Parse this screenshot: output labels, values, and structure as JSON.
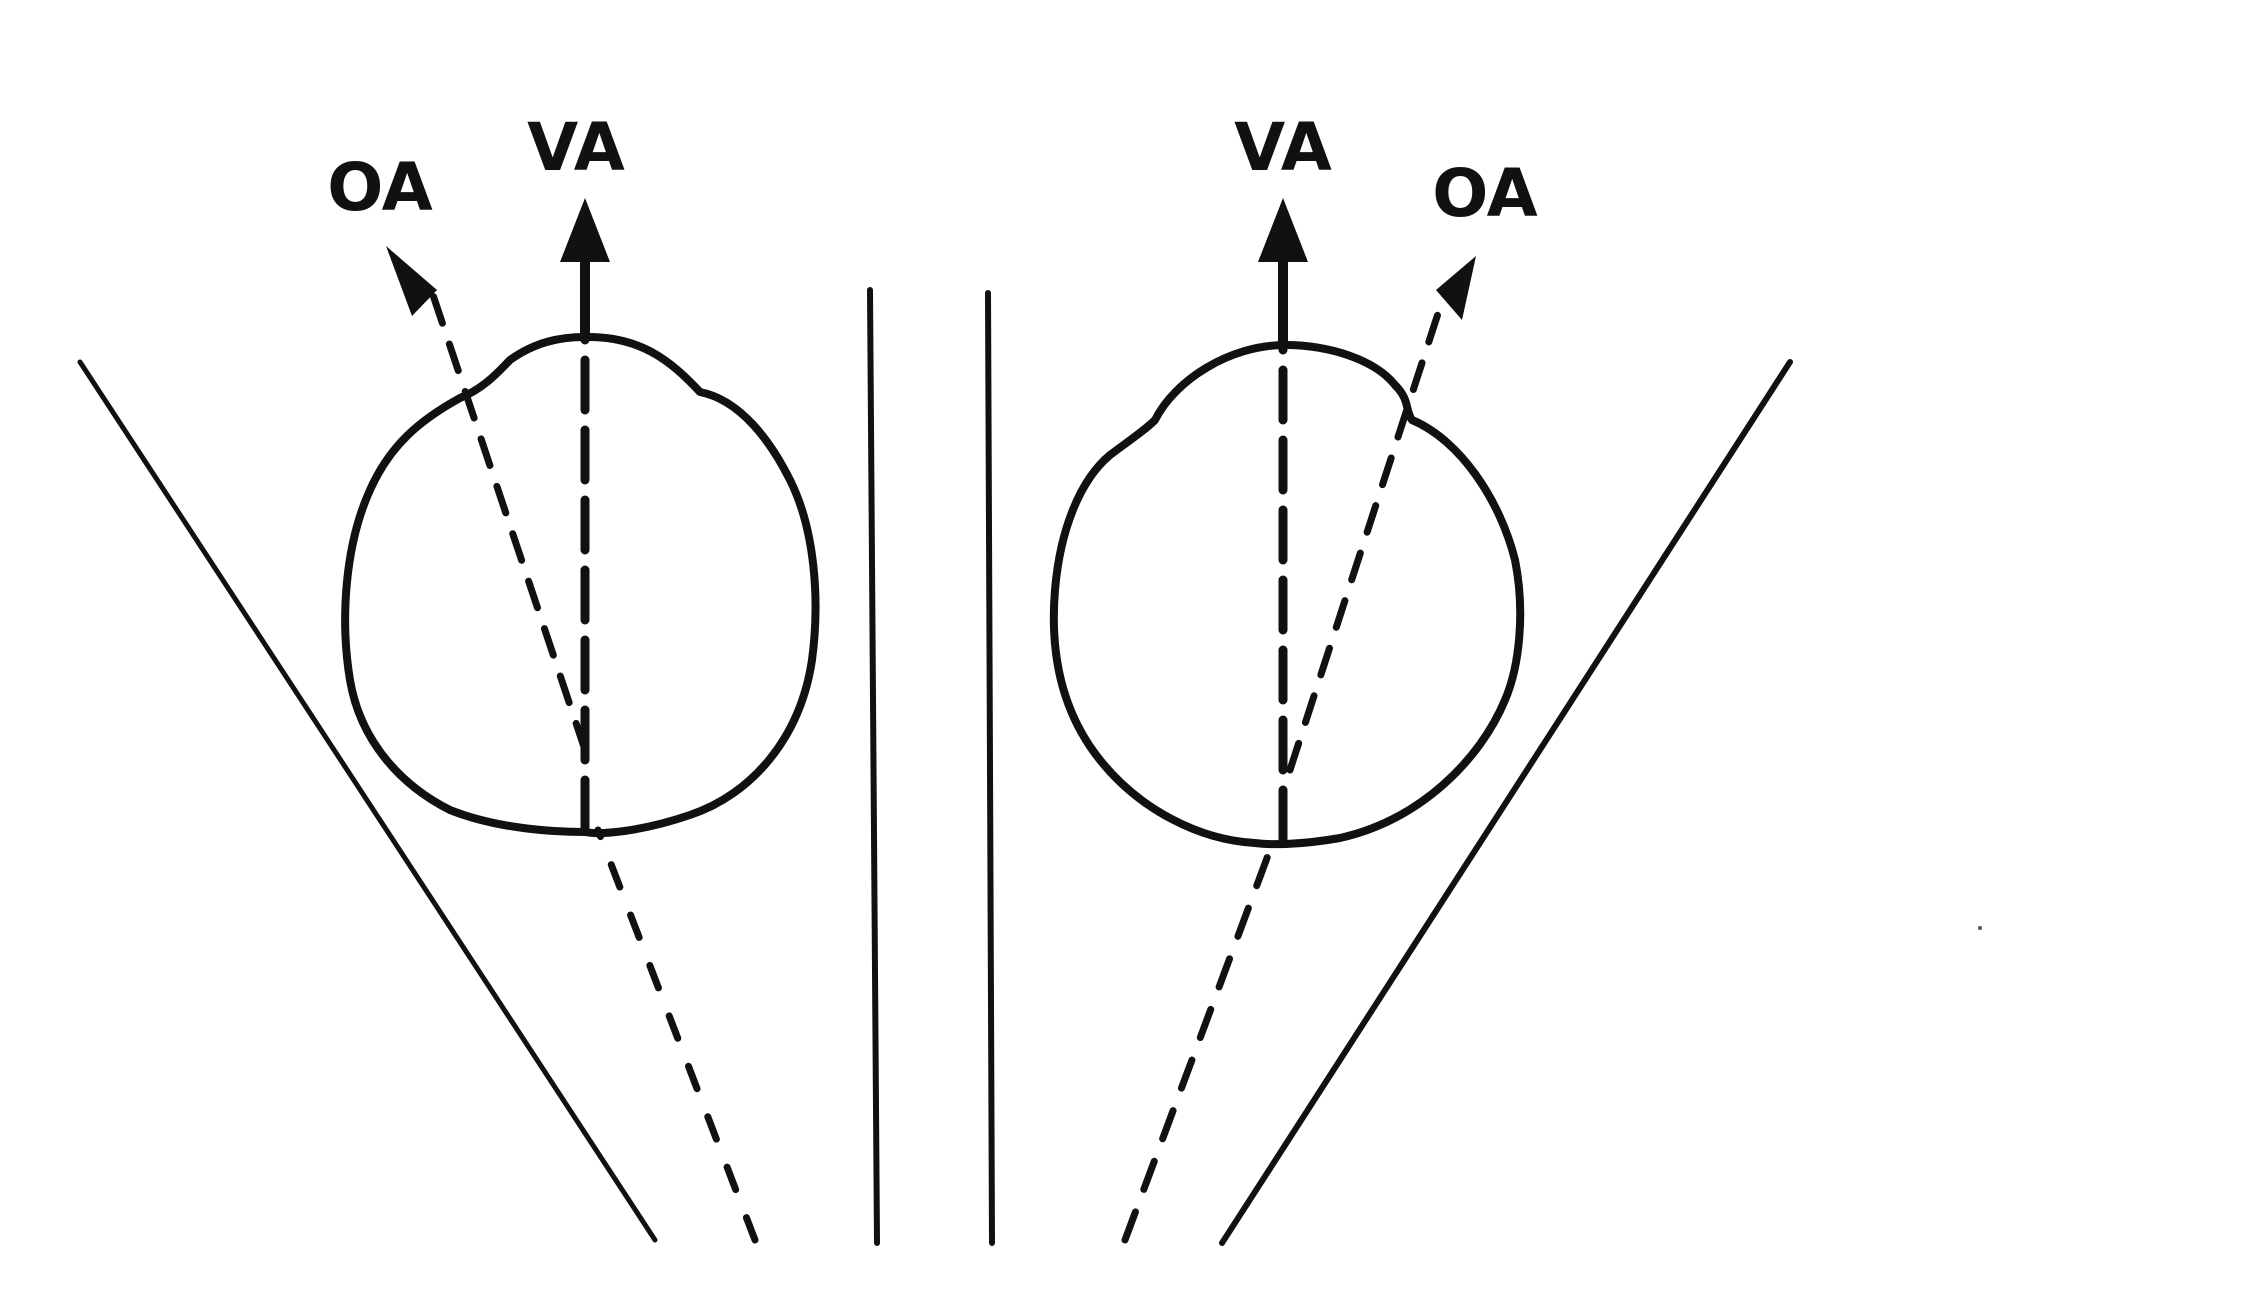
{
  "diagram": {
    "left_eye": {
      "visual_axis_label": "VA",
      "optic_axis_label": "OA"
    },
    "right_eye": {
      "visual_axis_label": "VA",
      "optic_axis_label": "OA"
    }
  },
  "colors": {
    "ink": "#111111",
    "background": "#ffffff"
  }
}
